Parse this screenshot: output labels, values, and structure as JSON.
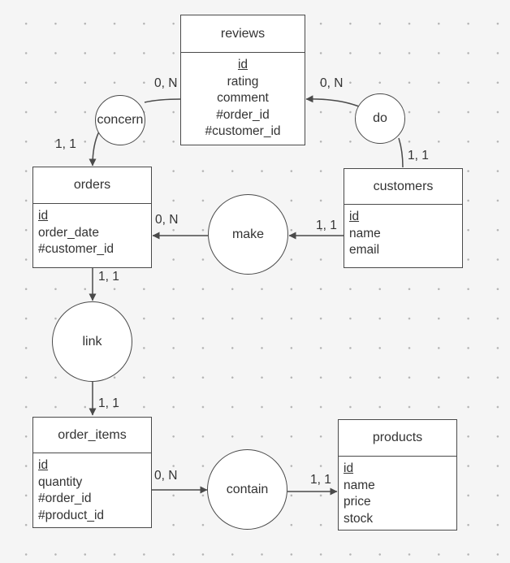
{
  "entities": {
    "reviews": {
      "title": "reviews",
      "pk": "id",
      "attrs": [
        "rating",
        "comment",
        "#order_id",
        "#customer_id"
      ]
    },
    "orders": {
      "title": "orders",
      "pk": "id",
      "attrs": [
        "order_date",
        "#customer_id"
      ]
    },
    "customers": {
      "title": "customers",
      "pk": "id",
      "attrs": [
        "name",
        "email"
      ]
    },
    "order_items": {
      "title": "order_items",
      "pk": "id",
      "attrs": [
        "quantity",
        "#order_id",
        "#product_id"
      ]
    },
    "products": {
      "title": "products",
      "pk": "id",
      "attrs": [
        "name",
        "price",
        "stock"
      ]
    }
  },
  "relationships": {
    "concern": "concern",
    "do": "do",
    "make": "make",
    "link": "link",
    "contain": "contain"
  },
  "cardinalities": {
    "concern_reviews": "0, N",
    "concern_orders": "1, 1",
    "do_reviews": "0, N",
    "do_customers": "1, 1",
    "make_orders": "0, N",
    "make_customers": "1, 1",
    "link_orders": "1, 1",
    "link_order_items": "1, 1",
    "contain_order_items": "0, N",
    "contain_products": "1, 1"
  }
}
